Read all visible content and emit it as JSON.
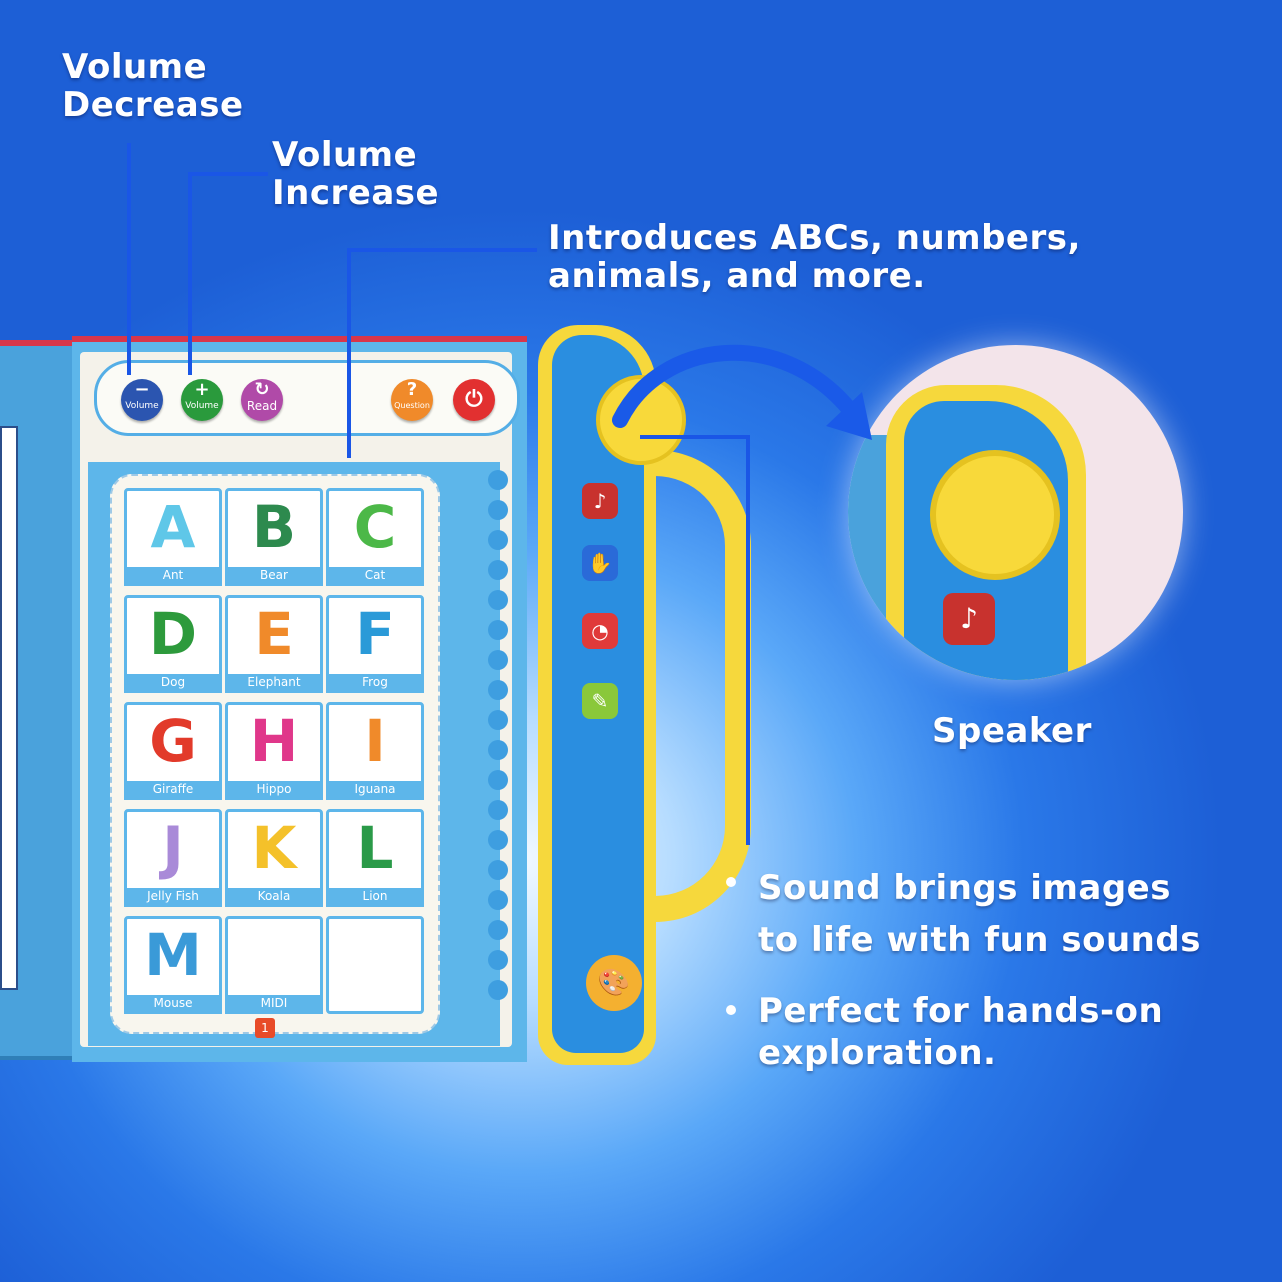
{
  "labels": {
    "volume_decrease": [
      "Volume",
      "Decrease"
    ],
    "volume_increase": [
      "Volume",
      "Increase"
    ],
    "introduces": [
      "Introduces ABCs, numbers,",
      "animals, and more."
    ],
    "speaker": "Speaker"
  },
  "bullets": [
    [
      "Sound brings images",
      "to life with fun sounds"
    ],
    [
      "Perfect for hands-on",
      "exploration."
    ]
  ],
  "toolbar": {
    "volume_down": {
      "glyph": "−",
      "label": "Volume"
    },
    "volume_up": {
      "glyph": "+",
      "label": "Volume"
    },
    "read": {
      "glyph": "↻",
      "label": "Read"
    },
    "question": {
      "glyph": "?",
      "label": "Question"
    },
    "power": {
      "glyph": "⏻"
    }
  },
  "alphabet": [
    {
      "letter": "A",
      "name": "Ant",
      "color": "#5fc7e8"
    },
    {
      "letter": "B",
      "name": "Bear",
      "color": "#2d8a4e"
    },
    {
      "letter": "C",
      "name": "Cat",
      "color": "#4cb848"
    },
    {
      "letter": "D",
      "name": "Dog",
      "color": "#2d9a3c"
    },
    {
      "letter": "E",
      "name": "Elephant",
      "color": "#f08a2a"
    },
    {
      "letter": "F",
      "name": "Frog",
      "color": "#2a9ad8"
    },
    {
      "letter": "G",
      "name": "Giraffe",
      "color": "#e23a2a"
    },
    {
      "letter": "H",
      "name": "Hippo",
      "color": "#e0378a"
    },
    {
      "letter": "I",
      "name": "Iguana",
      "color": "#f08a2a"
    },
    {
      "letter": "J",
      "name": "Jelly Fish",
      "color": "#a98ad8"
    },
    {
      "letter": "K",
      "name": "Koala",
      "color": "#f4c12a"
    },
    {
      "letter": "L",
      "name": "Lion",
      "color": "#2a9a48"
    },
    {
      "letter": "M",
      "name": "Mouse",
      "color": "#3a9ad8"
    },
    {
      "letter": "",
      "name": "MIDI",
      "color": "#f08a2a"
    },
    {
      "letter": "",
      "name": "",
      "color": "#e07aa8"
    }
  ],
  "page_number": "1"
}
